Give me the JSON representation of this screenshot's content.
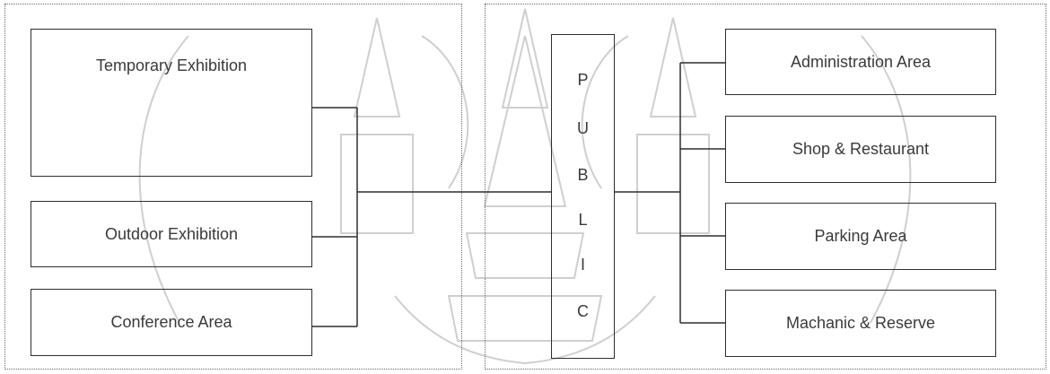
{
  "left_zone": {
    "temporary_exhibition": "Temporary Exhibition",
    "outdoor_exhibition": "Outdoor Exhibition",
    "conference_area": "Conference Area"
  },
  "public": {
    "letters": [
      "P",
      "U",
      "B",
      "L",
      "I",
      "C"
    ]
  },
  "right_zone": {
    "administration_area": "Administration Area",
    "shop_restaurant": "Shop & Restaurant",
    "parking_area": "Parking Area",
    "mechanic_reserve": "Machanic & Reserve"
  },
  "colors": {
    "box_border": "#2e2e2e",
    "text": "#3a3a3a",
    "watermark": "#c8c8c8"
  }
}
